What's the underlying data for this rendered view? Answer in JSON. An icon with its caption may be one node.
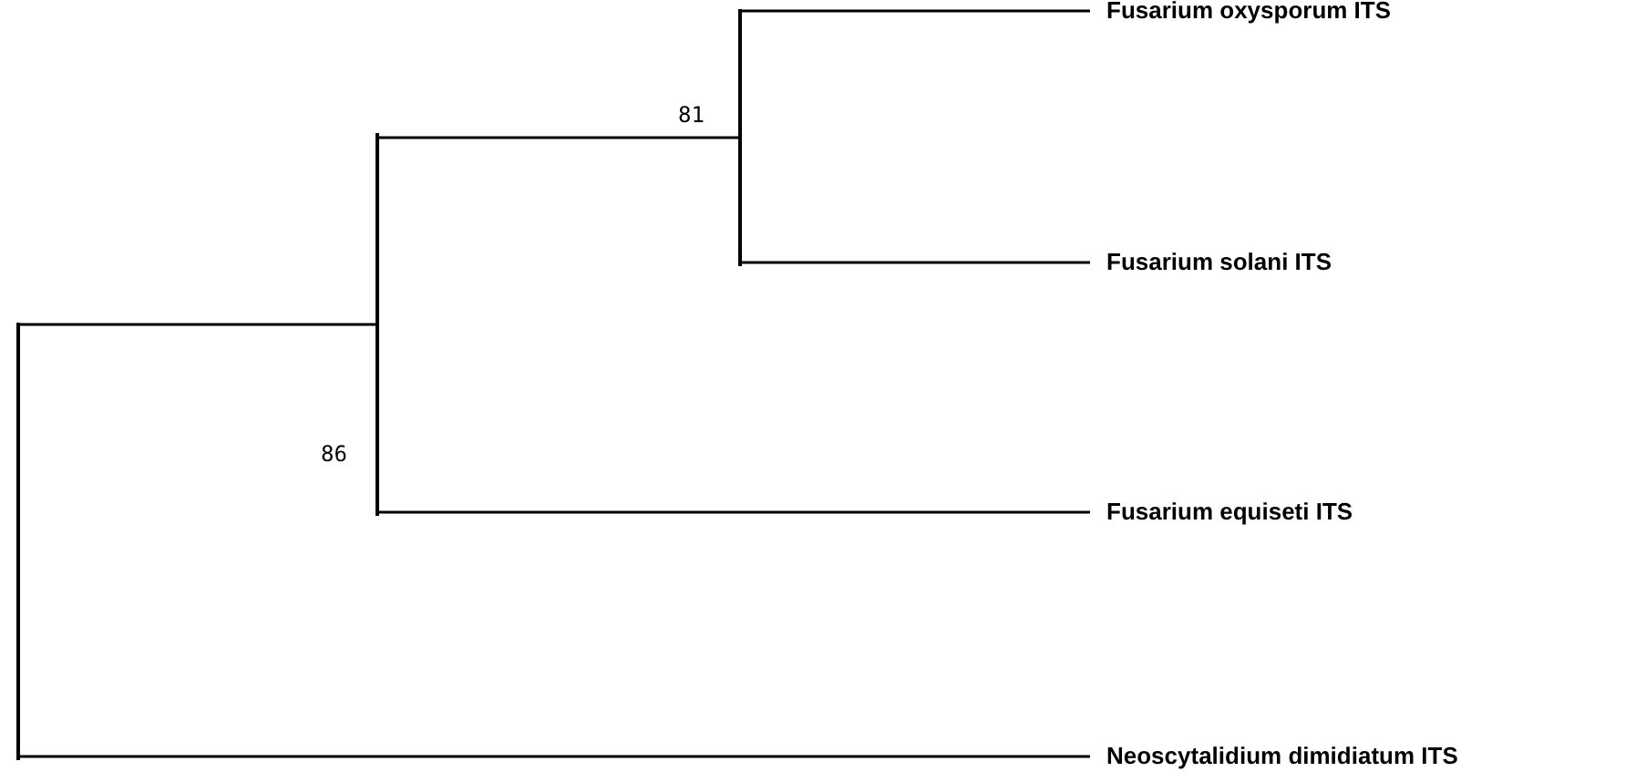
{
  "diagram": {
    "nodes": [
      {
        "text": [],
        "shape": "bar"
      },
      {
        "text": [],
        "shape": "bar",
        "beside": [
          "86"
        ]
      },
      {
        "text": [],
        "shape": "bar",
        "beside": [
          "81"
        ]
      },
      {
        "text": [
          "Fusarium oxysporum ITS"
        ]
      },
      {
        "text": [
          "Fusarium solani ITS"
        ]
      },
      {
        "text": [
          "Fusarium equiseti ITS"
        ]
      },
      {
        "text": [
          "Neoscytalidium dimidiatum ITS"
        ]
      }
    ],
    "edges": [
      {
        "from": 0,
        "to": 1,
        "arrow": "none"
      },
      {
        "from": 0,
        "to": 6,
        "arrow": "none"
      },
      {
        "from": 1,
        "to": 2,
        "arrow": "none"
      },
      {
        "from": 1,
        "to": 5,
        "arrow": "none"
      },
      {
        "from": 2,
        "to": 3,
        "arrow": "none"
      },
      {
        "from": 2,
        "to": 4,
        "arrow": "none"
      }
    ]
  }
}
